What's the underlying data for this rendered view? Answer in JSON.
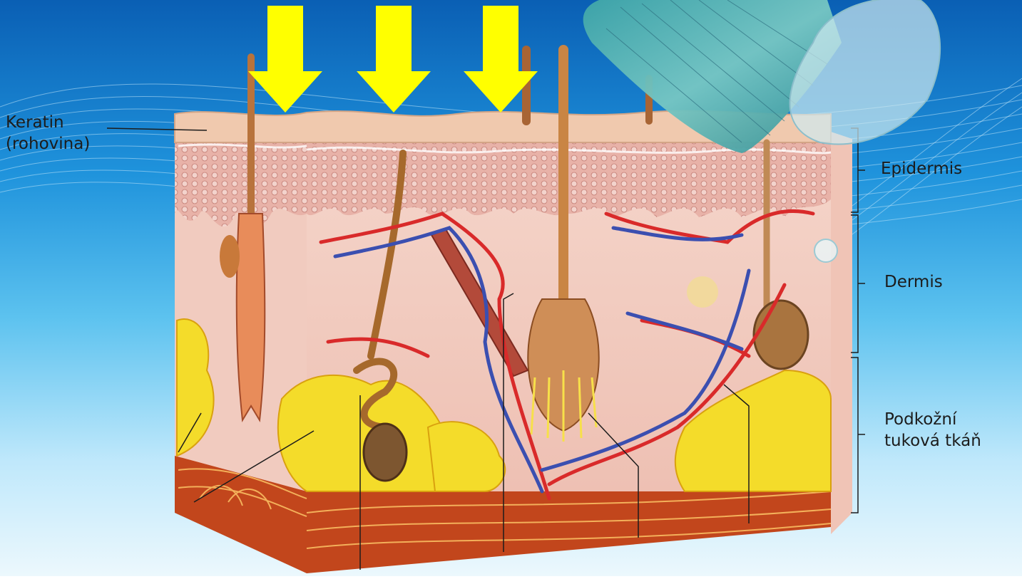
{
  "labels": {
    "keratin_line1": "Keratin",
    "keratin_line2": "(rohovina)",
    "epidermis": "Epidermis",
    "dermis": "Dermis",
    "podkozni_line1": "Podkožní",
    "podkozni_line2": "tuková tkáň"
  },
  "colors": {
    "background_top": "#0a5fb4",
    "background_mid": "#2aa9e6",
    "background_bottom": "#e6f6fd",
    "arrow": "#ffff00",
    "artery": "#d92a2a",
    "vein": "#3b4fb0",
    "fat": "#f4dc2a",
    "dermis": "#f3cfc4",
    "muscle": "#c2461c"
  },
  "icons": [
    "down-arrow-icon",
    "microneedle-roller-icon"
  ]
}
